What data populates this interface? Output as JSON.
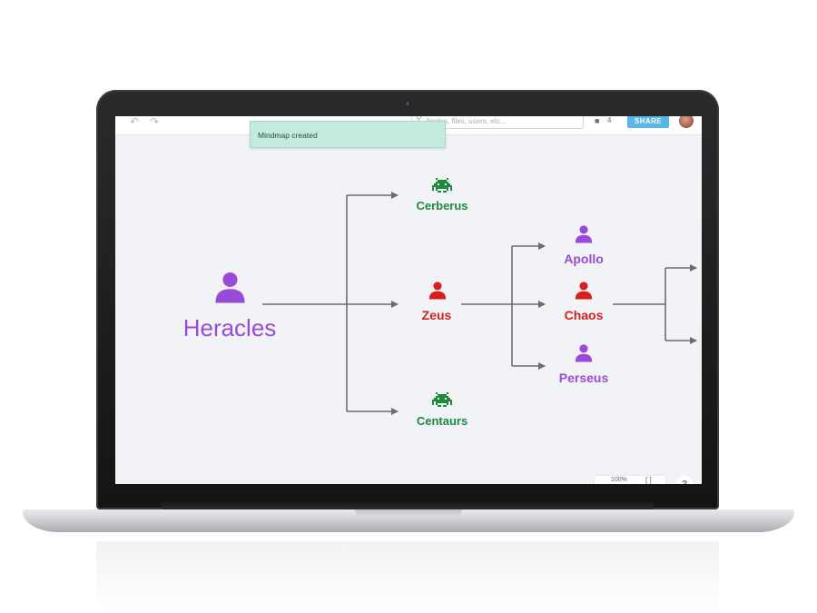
{
  "topbar": {
    "search_placeholder": "Nodes, files, users, etc...",
    "users_count": "4",
    "share_label": "SHARE",
    "undo_icon": "undo-icon",
    "redo_icon": "redo-icon"
  },
  "toast": {
    "message": "Mindmap created"
  },
  "footer": {
    "zoom_label": "100%",
    "fit_icon": "fit-screen-icon",
    "help_label": "?"
  },
  "colors": {
    "person_purple": "#9b49d9",
    "person_red": "#d91e1e",
    "monster_green": "#1d8a3c",
    "connector": "#6d6d6d",
    "share_button": "#57b7e7",
    "toast_bg": "#c4e9de",
    "canvas_bg": "#f1f3f6"
  },
  "mindmap": {
    "nodes": [
      {
        "id": "heracles",
        "label": "Heracles",
        "icon": "person-icon",
        "color": "#9b49d9",
        "size": "large"
      },
      {
        "id": "cerberus",
        "label": "Cerberus",
        "icon": "monster-icon",
        "color": "#1d8a3c",
        "size": "small"
      },
      {
        "id": "zeus",
        "label": "Zeus",
        "icon": "person-icon",
        "color": "#d91e1e",
        "size": "small"
      },
      {
        "id": "centaurs",
        "label": "Centaurs",
        "icon": "monster-icon",
        "color": "#1d8a3c",
        "size": "small"
      },
      {
        "id": "apollo",
        "label": "Apollo",
        "icon": "person-icon",
        "color": "#9b49d9",
        "size": "small"
      },
      {
        "id": "chaos",
        "label": "Chaos",
        "icon": "person-icon",
        "color": "#d91e1e",
        "size": "small"
      },
      {
        "id": "perseus",
        "label": "Perseus",
        "icon": "person-icon",
        "color": "#9b49d9",
        "size": "small"
      }
    ],
    "edges": [
      {
        "from": "heracles",
        "to": [
          "cerberus",
          "zeus",
          "centaurs"
        ]
      },
      {
        "from": "zeus",
        "to": [
          "apollo",
          "chaos",
          "perseus"
        ]
      },
      {
        "from": "chaos",
        "to": [
          "offscreen-1",
          "offscreen-2"
        ]
      }
    ]
  }
}
